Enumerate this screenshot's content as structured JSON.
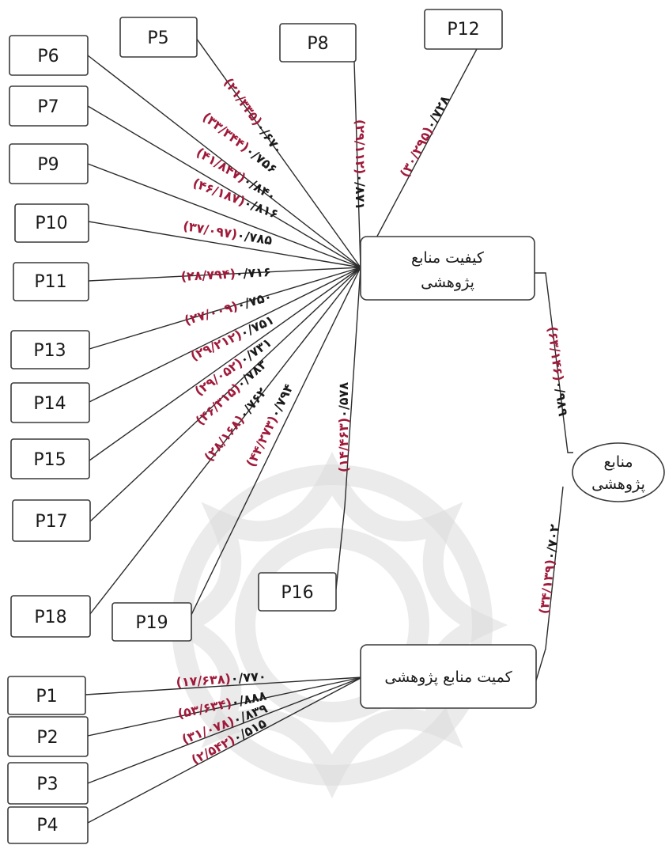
{
  "diagram": {
    "root": {
      "label_line1": "منابع",
      "label_line2": "پژوهشی"
    },
    "quality": {
      "label_line1": "کیفیت منابع",
      "label_line2": "پژوهشی"
    },
    "quantity": {
      "label": "کمیت منابع پژوهشی"
    },
    "root_links": {
      "quality": {
        "coef": "۰/۹۸۹",
        "t": "(۶۳/۱۴۶)"
      },
      "quantity": {
        "coef": "۰/۷۰۲",
        "t": "(۳۴/۱۳۹)"
      }
    },
    "quality_items": [
      {
        "label": "P5",
        "coef": "۰/۶۷۰",
        "t": "(۲۱/۳۳۵)"
      },
      {
        "label": "P6",
        "coef": "۰/۷۵۶",
        "t": "(۳۳/۳۴۴)"
      },
      {
        "label": "P7",
        "coef": "۰/۸۴۰",
        "t": "(۴۱/۸۴۷)"
      },
      {
        "label": "P8",
        "coef": "۰/۸۷۱",
        "t": "(۲۹/۱۱۲)"
      },
      {
        "label": "P9",
        "coef": "۰/۸۱۶",
        "t": "(۴۶/۱۸۷)"
      },
      {
        "label": "P10",
        "coef": "۰/۷۸۵",
        "t": "(۳۷/۰۹۷)"
      },
      {
        "label": "P11",
        "coef": "۰/۷۱۶",
        "t": "(۲۸/۷۹۴)"
      },
      {
        "label": "P12",
        "coef": "۰/۷۲۸",
        "t": "(۳۰/۲۹۵)"
      },
      {
        "label": "P13",
        "coef": "۰/۷۵۰",
        "t": "(۲۷/۰۰۹)"
      },
      {
        "label": "P14",
        "coef": "۰/۷۵۱",
        "t": "(۲۹/۲۱۲)"
      },
      {
        "label": "P15",
        "coef": "۰/۷۳۱",
        "t": "(۲۹/۰۵۲)"
      },
      {
        "label": "P16",
        "coef": "۰/۵۷۸",
        "t": "(۱۴/۴۶۳)"
      },
      {
        "label": "P17",
        "coef": "۰/۷۸۳",
        "t": "(۴۶/۳۱۵)"
      },
      {
        "label": "P18",
        "coef": "۰/۷۶۲",
        "t": "(۲۸/۱۶۸)"
      },
      {
        "label": "P19",
        "coef": "۰/۷۹۴",
        "t": "(۴۴/۲۷۳)"
      }
    ],
    "quantity_items": [
      {
        "label": "P1",
        "coef": "۰/۷۷۰",
        "t": "(۱۷/۶۳۸)"
      },
      {
        "label": "P2",
        "coef": "۰/۸۸۸",
        "t": "(۵۳/۶۳۴)"
      },
      {
        "label": "P3",
        "coef": "۰/۸۳۹",
        "t": "(۳۱/۰۷۸)"
      },
      {
        "label": "P4",
        "coef": "۰/۵۱۵",
        "t": "(۲/۵۴۲)"
      }
    ]
  }
}
